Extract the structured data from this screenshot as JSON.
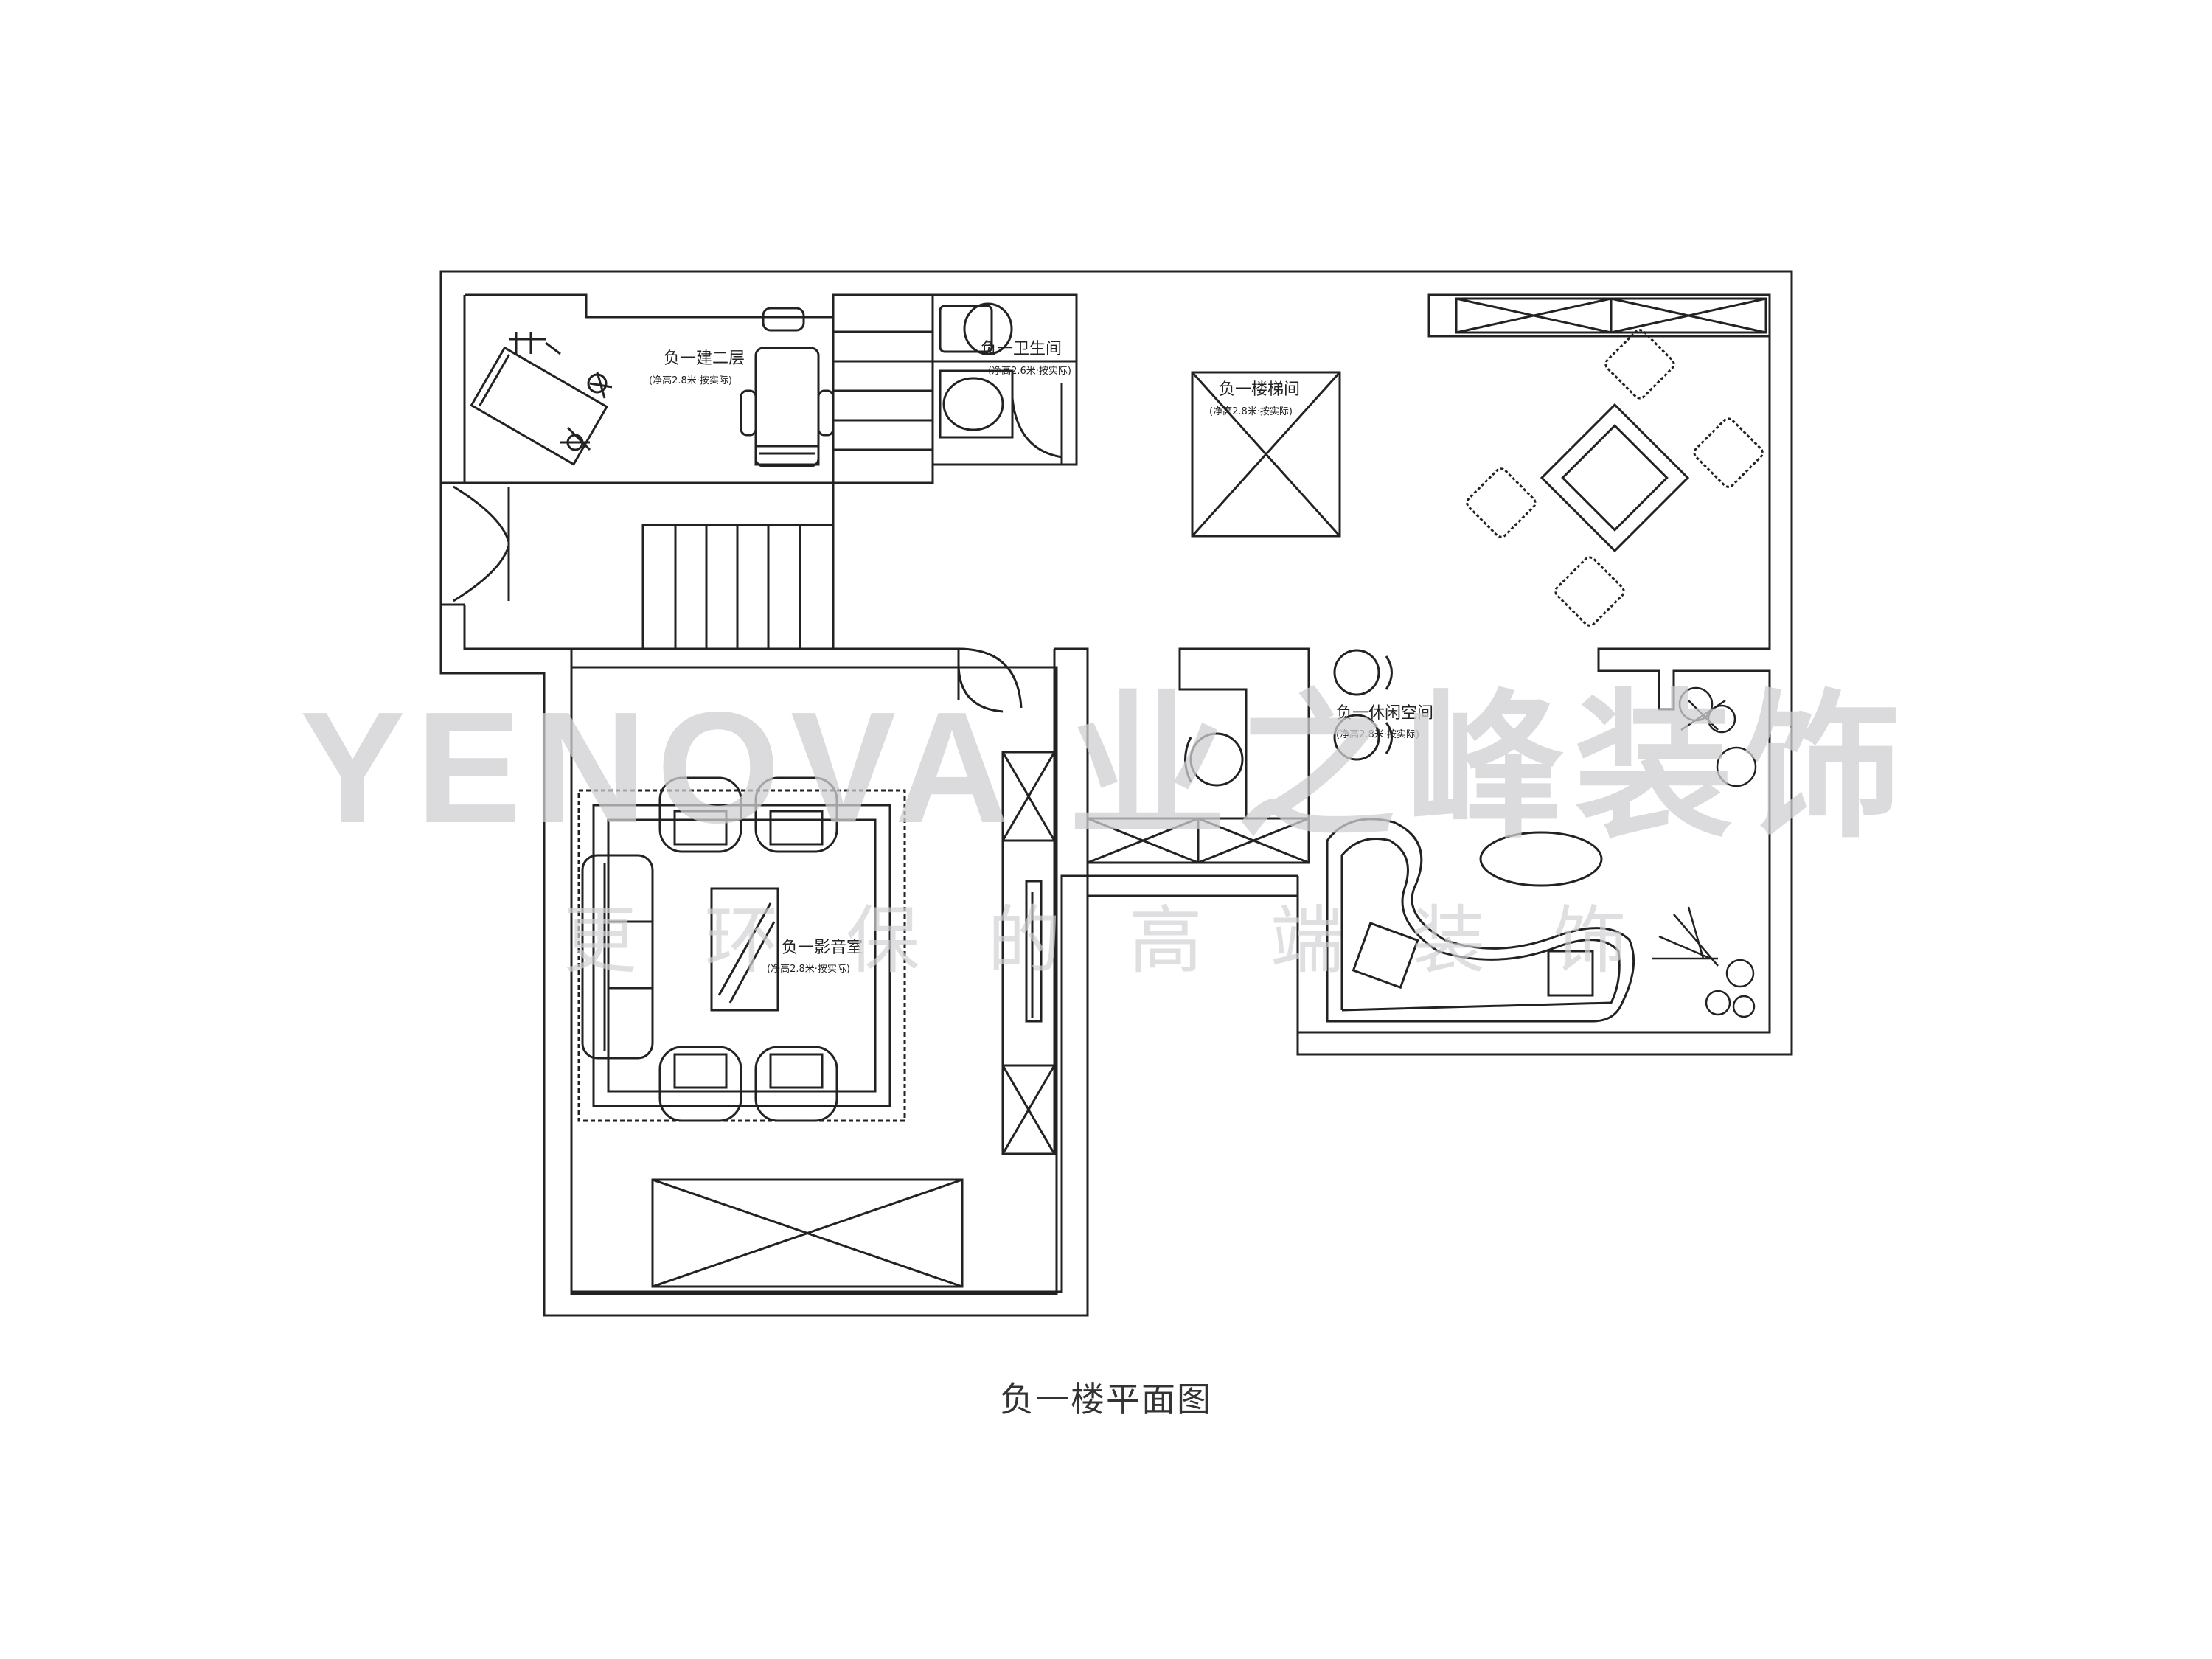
{
  "plan_title": "负一楼平面图",
  "rooms": [
    {
      "id": "study",
      "name": "负一建二层",
      "sub": "(净高2.8米·按实际)"
    },
    {
      "id": "bath",
      "name": "负一卫生间",
      "sub": "(净高2.6米·按实际)"
    },
    {
      "id": "stair",
      "name": "负一楼梯间",
      "sub": "(净高2.8米·按实际)"
    },
    {
      "id": "cinema",
      "name": "负一影音室",
      "sub": "(净高2.8米·按实际)"
    },
    {
      "id": "leisure",
      "name": "负一休闲空间",
      "sub": "(净高2.8米·按实际)"
    }
  ],
  "watermark": {
    "brand": "YENOVA 业之峰装饰",
    "slogan": "更 环 保 的 高 端 装 饰",
    "color": "#d8d8da"
  },
  "colors": {
    "line": "#222222",
    "hatch": "#555555"
  }
}
